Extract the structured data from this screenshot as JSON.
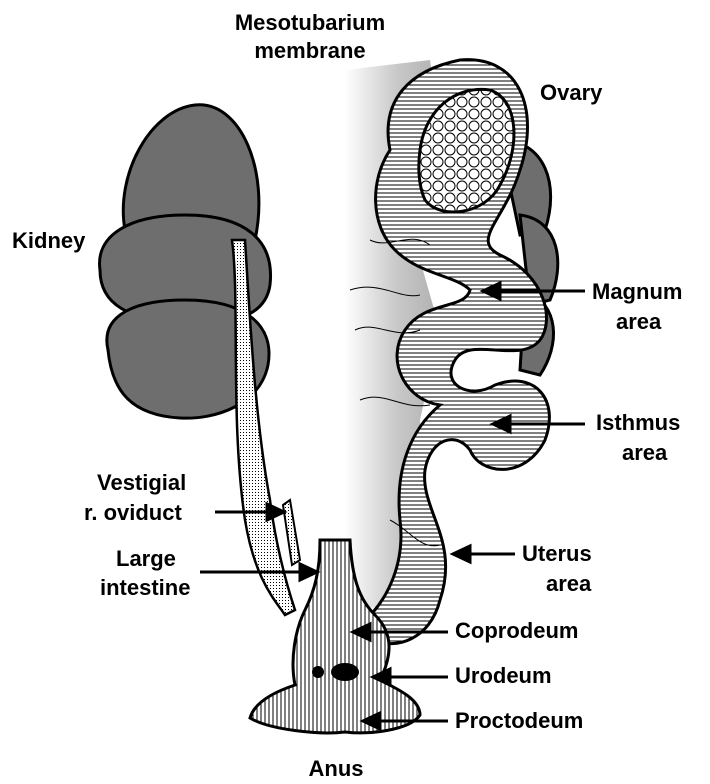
{
  "labels": {
    "mesotubarium_line1": "Mesotubarium",
    "mesotubarium_line2": "membrane",
    "ovary": "Ovary",
    "kidney": "Kidney",
    "magnum_line1": "Magnum",
    "magnum_line2": "area",
    "isthmus_line1": "Isthmus",
    "isthmus_line2": "area",
    "vestigial_line1": "Vestigial",
    "vestigial_line2": "r. oviduct",
    "large_intestine_line1": "Large",
    "large_intestine_line2": "intestine",
    "uterus_line1": "Uterus",
    "uterus_line2": "area",
    "coprodeum": "Coprodeum",
    "urodeum": "Urodeum",
    "proctodeum": "Proctodeum",
    "anus": "Anus"
  },
  "colors": {
    "kidney_fill": "#6e6e6e",
    "outline": "#000000",
    "membrane_shade": "#c8c8c8",
    "background": "#ffffff"
  }
}
